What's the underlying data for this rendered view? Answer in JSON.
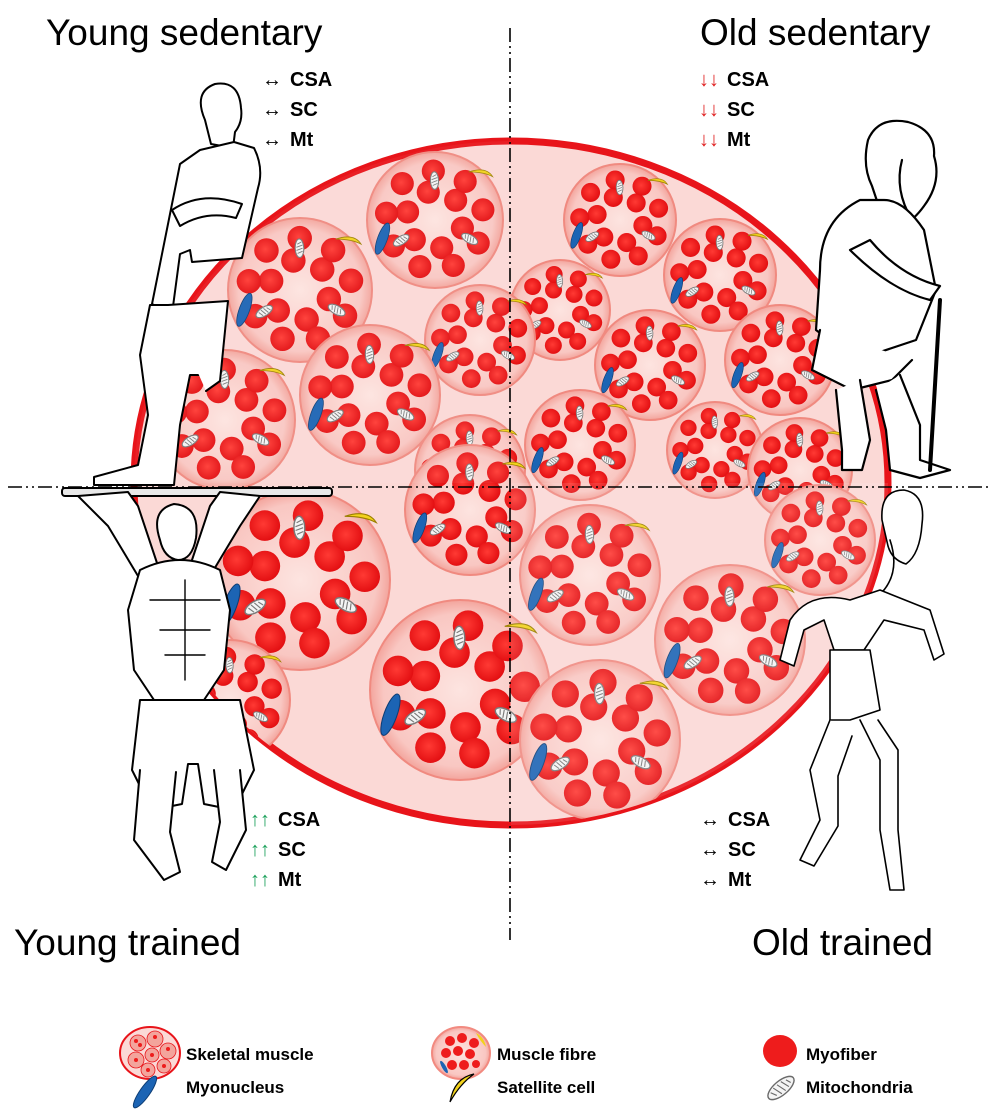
{
  "quadrants": {
    "young_sedentary": {
      "title": "Young sedentary",
      "metrics": [
        {
          "arrow": "↔",
          "label": "CSA",
          "color": "#000000"
        },
        {
          "arrow": "↔",
          "label": "SC",
          "color": "#000000"
        },
        {
          "arrow": "↔",
          "label": "Mt",
          "color": "#000000"
        }
      ]
    },
    "old_sedentary": {
      "title": "Old sedentary",
      "metrics": [
        {
          "arrow": "↓↓",
          "label": "CSA",
          "color": "#e02020"
        },
        {
          "arrow": "↓↓",
          "label": "SC",
          "color": "#e02020"
        },
        {
          "arrow": "↓↓",
          "label": "Mt",
          "color": "#e02020"
        }
      ]
    },
    "young_trained": {
      "title": "Young trained",
      "metrics": [
        {
          "arrow": "↑↑",
          "label": "CSA",
          "color": "#1aa05a"
        },
        {
          "arrow": "↑↑",
          "label": "SC",
          "color": "#1aa05a"
        },
        {
          "arrow": "↑↑",
          "label": "Mt",
          "color": "#1aa05a"
        }
      ]
    },
    "old_trained": {
      "title": "Old trained",
      "metrics": [
        {
          "arrow": "↔",
          "label": "CSA",
          "color": "#000000"
        },
        {
          "arrow": "↔",
          "label": "SC",
          "color": "#000000"
        },
        {
          "arrow": "↔",
          "label": "Mt",
          "color": "#000000"
        }
      ]
    }
  },
  "legend": {
    "skeletal_muscle": "Skeletal muscle",
    "muscle_fibre": "Muscle fibre",
    "myofiber": "Myofiber",
    "myonucleus": "Myonucleus",
    "satellite_cell": "Satellite cell",
    "mitochondria": "Mitochondria"
  },
  "colors": {
    "muscle_outline": "#e8141a",
    "muscle_fill": "#fbd7d4",
    "myofiber": "#ee1c1c",
    "myonucleus": "#1c64b4",
    "satellite_cell": "#f2d21c",
    "mitochondria": "#a0a0a0"
  },
  "icons": {
    "young_sedentary_figure": "standing-man-icon",
    "old_sedentary_figure": "elderly-man-with-cane-icon",
    "young_trained_figure": "muscular-man-pullup-icon",
    "old_trained_figure": "elderly-runner-icon"
  }
}
